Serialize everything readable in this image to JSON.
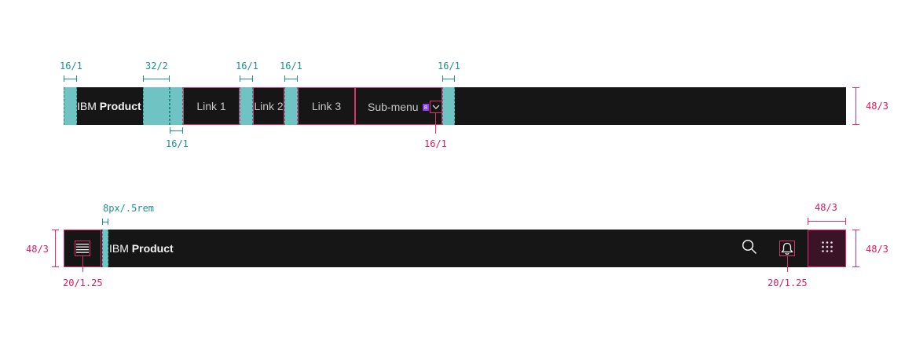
{
  "top_header": {
    "brand_prefix": "IBM",
    "brand_name": "Product",
    "links": [
      "Link 1",
      "Link 2",
      "Link 3"
    ],
    "submenu_label": "Sub-menu",
    "chevron_icon": "chevron-down-icon",
    "submenu_badge": "8"
  },
  "top_annotations": {
    "spacing_16": "16/1",
    "spacing_32": "32/2",
    "height": "48/3",
    "below_gap": "16/1",
    "chevron_size": "16/1"
  },
  "bottom_header": {
    "brand_prefix": "IBM",
    "brand_name": "Product",
    "menu_icon": "hamburger-menu-icon",
    "search_icon": "search-icon",
    "notification_icon": "notification-bell-icon",
    "switcher_icon": "app-switcher-icon"
  },
  "bottom_annotations": {
    "gap": "8px/.5rem",
    "height_left": "48/3",
    "height_right": "48/3",
    "switcher_width": "48/3",
    "menu_icon_size": "20/1.25",
    "bell_icon_size": "20/1.25"
  },
  "colors": {
    "header_bg": "#161616",
    "spacing_teal": "#6fc3c3",
    "annotation_pink": "#e0306e",
    "annotation_teal": "#1f8f8f",
    "badge_purple": "#8a3ffc"
  }
}
